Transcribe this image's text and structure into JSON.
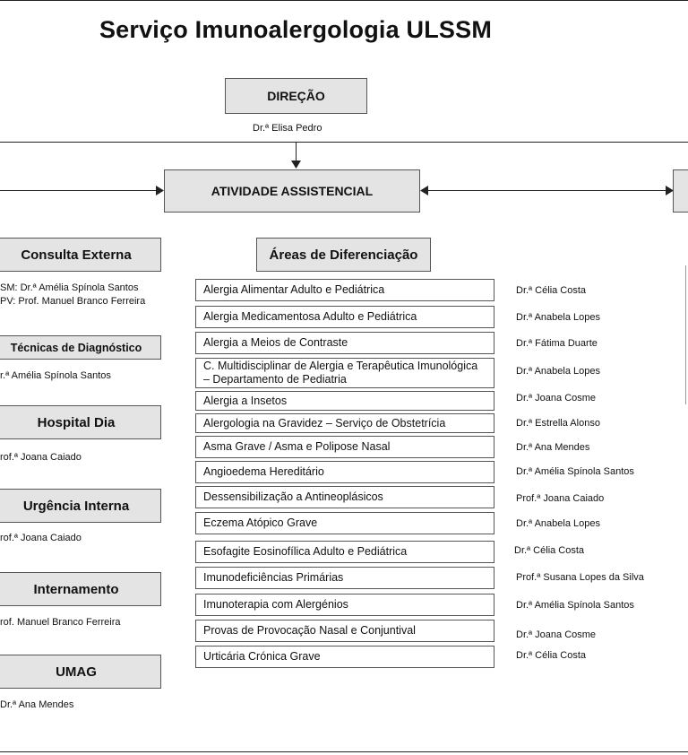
{
  "title": "Serviço Imunoalergologia ULSSM",
  "direcao": {
    "label": "DIREÇÃO",
    "person": "Dr.ª Elisa Pedro"
  },
  "atividade": {
    "label": "ATIVIDADE ASSISTENCIAL"
  },
  "left": {
    "consulta": {
      "label": "Consulta Externa",
      "line1": "SM: Dr.ª Amélia Spínola Santos",
      "line2": "PV: Prof. Manuel Branco Ferreira"
    },
    "tecnicas": {
      "label": "Técnicas de Diagnóstico",
      "person": "r.ª Amélia Spínola Santos"
    },
    "hospital_dia": {
      "label": "Hospital Dia",
      "person": "rof.ª Joana Caiado"
    },
    "urgencia": {
      "label": "Urgência Interna",
      "person": "rof.ª Joana Caiado"
    },
    "internamento": {
      "label": "Internamento",
      "person": "rof. Manuel Branco Ferreira"
    },
    "umag": {
      "label": "UMAG",
      "person": "Dr.ª Ana Mendes"
    }
  },
  "areas": {
    "header": "Áreas de Diferenciação",
    "items": [
      {
        "area": "Alergia Alimentar Adulto e Pediátrica",
        "person": "Dr.ª Célia Costa"
      },
      {
        "area": "Alergia Medicamentosa Adulto e Pediátrica",
        "person": "Dr.ª Anabela Lopes"
      },
      {
        "area": "Alergia a Meios de Contraste",
        "person": "Dr.ª Fátima Duarte"
      },
      {
        "area": "C. Multidisciplinar de Alergia e Terapêutica Imunológica",
        "area2": "– Departamento de Pediatria",
        "person": "Dr.ª Anabela Lopes"
      },
      {
        "area": "Alergia a Insetos",
        "person": "Dr.ª Joana Cosme"
      },
      {
        "area": "Alergologia na Gravidez – Serviço de Obstetrícia",
        "person": "Dr.ª Estrella Alonso"
      },
      {
        "area": "Asma Grave / Asma e Polipose Nasal",
        "person": "Dr.ª Ana Mendes"
      },
      {
        "area": "Angioedema Hereditário",
        "person": "Dr.ª Amélia Spínola Santos"
      },
      {
        "area": "Dessensibilização a Antineoplásicos",
        "person": "Prof.ª Joana Caiado"
      },
      {
        "area": "Eczema Atópico Grave",
        "person": "Dr.ª Anabela Lopes"
      },
      {
        "area": "Esofagite Eosinofílica Adulto e Pediátrica",
        "person": "Dr.ª Célia Costa"
      },
      {
        "area": "Imunodeficiências Primárias",
        "person": "Prof.ª Susana Lopes da Silva"
      },
      {
        "area": "Imunoterapia com Alergénios",
        "person": "Dr.ª Amélia Spínola Santos"
      },
      {
        "area": "Provas de Provocação Nasal e Conjuntival",
        "person": "Dr.ª Joana Cosme"
      },
      {
        "area": "Urticária Crónica Grave",
        "person": "Dr.ª Célia Costa"
      }
    ]
  }
}
